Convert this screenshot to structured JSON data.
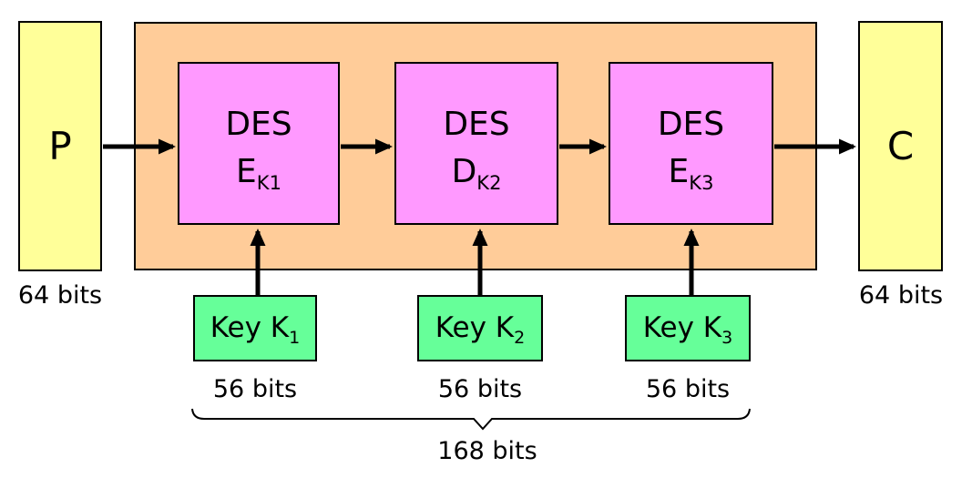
{
  "blocks": {
    "plaintext": {
      "label": "P",
      "size_label": "64 bits"
    },
    "ciphertext": {
      "label": "C",
      "size_label": "64 bits"
    }
  },
  "stages": [
    {
      "title": "DES",
      "op": "E",
      "op_sub": "K1"
    },
    {
      "title": "DES",
      "op": "D",
      "op_sub": "K2"
    },
    {
      "title": "DES",
      "op": "E",
      "op_sub": "K3"
    }
  ],
  "keys": [
    {
      "label": "Key K",
      "sub": "1",
      "size_label": "56 bits"
    },
    {
      "label": "Key K",
      "sub": "2",
      "size_label": "56 bits"
    },
    {
      "label": "Key K",
      "sub": "3",
      "size_label": "56 bits"
    }
  ],
  "total_key_size_label": "168 bits",
  "colors": {
    "plaintext_fill": "#FFFF99",
    "container_fill": "#FFCC99",
    "stage_fill": "#FF99FF",
    "key_fill": "#66FF99",
    "border": "#000000",
    "arrow": "#000000"
  }
}
